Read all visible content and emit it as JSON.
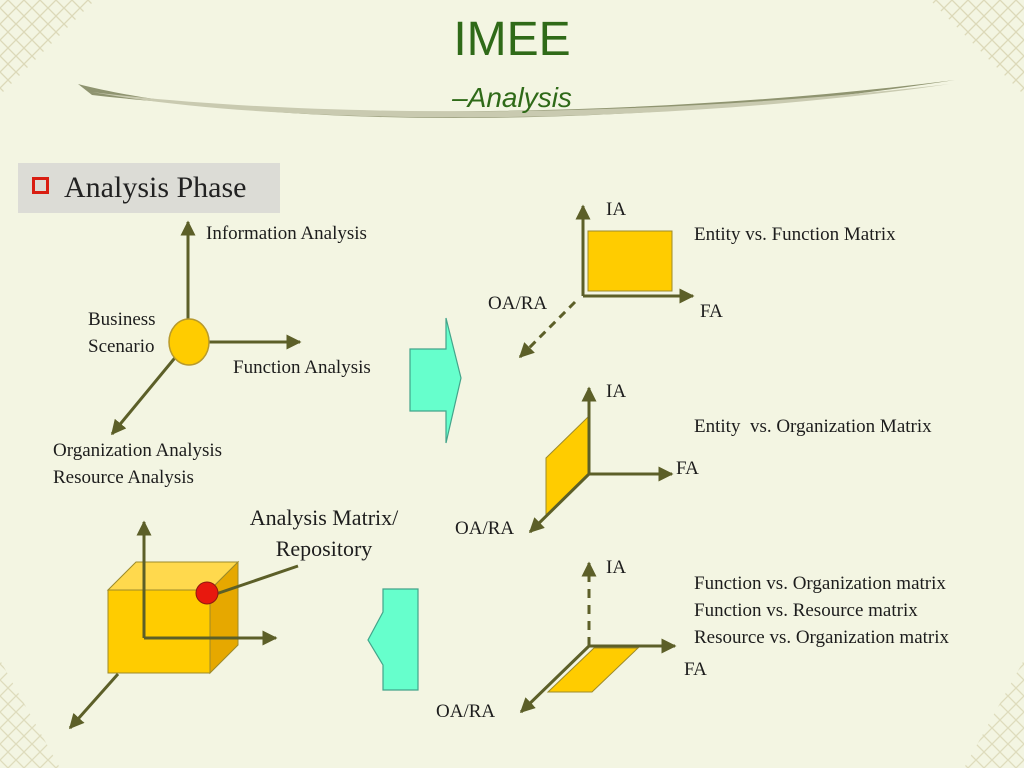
{
  "slide": {
    "title": "IMEE",
    "subtitle": "–Analysis",
    "section": "Analysis Phase"
  },
  "diagram": {
    "axis_information": "Information Analysis",
    "axis_function": "Function Analysis",
    "axis_organization": "Organization Analysis",
    "axis_resource": "Resource Analysis",
    "origin_line1": "Business",
    "origin_line2": "Scenario",
    "repository_line1": "Analysis Matrix/",
    "repository_line2": "Repository"
  },
  "matrices": [
    {
      "ia": "IA",
      "fa": "FA",
      "oara": "OA/RA",
      "desc": [
        "Entity vs. Function Matrix"
      ]
    },
    {
      "ia": "IA",
      "fa": "FA",
      "oara": "OA/RA",
      "desc": [
        "Entity  vs. Organization Matrix"
      ]
    },
    {
      "ia": "IA",
      "fa": "FA",
      "oara": "OA/RA",
      "desc": [
        "Function vs. Organization matrix",
        "Function vs. Resource matrix",
        "Resource vs. Organization matrix"
      ]
    }
  ],
  "colors": {
    "title": "#2f6a18",
    "axis": "#5c5f28",
    "face": "#ffcc00",
    "arrow": "#66ffcc",
    "marker": "#e8180e"
  }
}
